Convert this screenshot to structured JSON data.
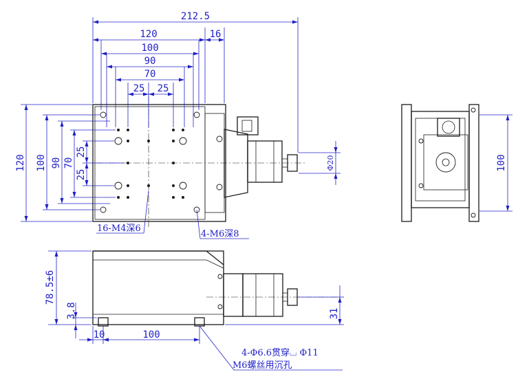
{
  "dimensions": {
    "overall_width": "212.5",
    "plate_width": "120",
    "motor_offset": "16",
    "w100": "100",
    "w90": "90",
    "w70": "70",
    "w25a": "25",
    "w25b": "25",
    "h120": "120",
    "h100": "100",
    "h90": "90",
    "h70": "70",
    "h25a": "25",
    "h25b": "25",
    "phi20": "Φ20",
    "side_height": "100",
    "front_height": "78.5±6",
    "front_3_8": "3.8",
    "front_31": "31",
    "front_10": "10",
    "front_100": "100"
  },
  "annotations": {
    "tapped_holes": "16-M4深6",
    "mount_holes": "4-M6深8",
    "through_holes": "4-Φ6.6贯穿⌴ Φ11",
    "counterbore_note": "M6螺丝用沉孔"
  },
  "colors": {
    "line": "#1a1a1a",
    "dimension": "#2020c8",
    "background": "#ffffff"
  }
}
